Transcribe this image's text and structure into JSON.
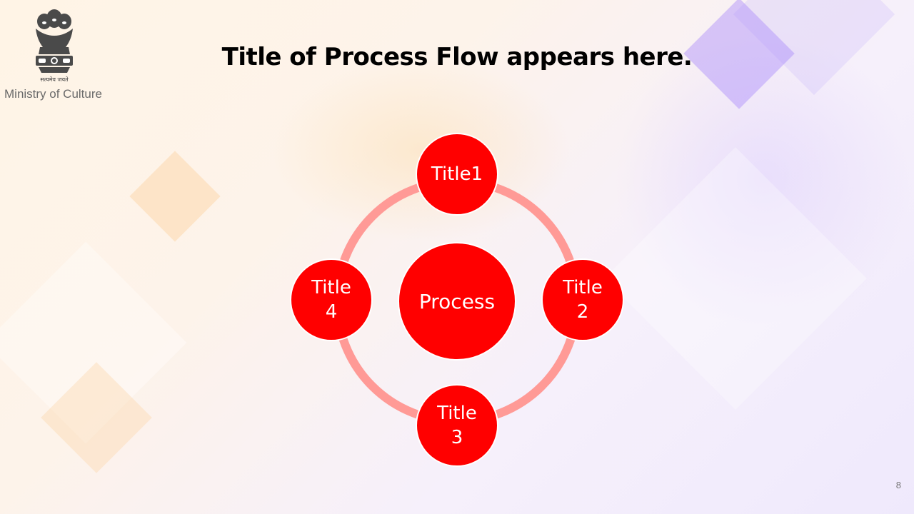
{
  "header": {
    "emblem_icon": "ashoka-emblem-icon",
    "emblem_motto": "सत्यमेव जयते",
    "organization": "Ministry of Culture"
  },
  "slide": {
    "title": "Title of Process Flow appears here.",
    "page_number": "8"
  },
  "diagram": {
    "type": "cycle",
    "center": {
      "label": "Process"
    },
    "nodes": [
      {
        "line1": "Title1",
        "line2": ""
      },
      {
        "line1": "Title",
        "line2": "2"
      },
      {
        "line1": "Title",
        "line2": "3"
      },
      {
        "line1": "Title",
        "line2": "4"
      }
    ],
    "colors": {
      "node_fill": "#ff0000",
      "ring": "#ff9a96",
      "text": "#ffffff"
    }
  }
}
